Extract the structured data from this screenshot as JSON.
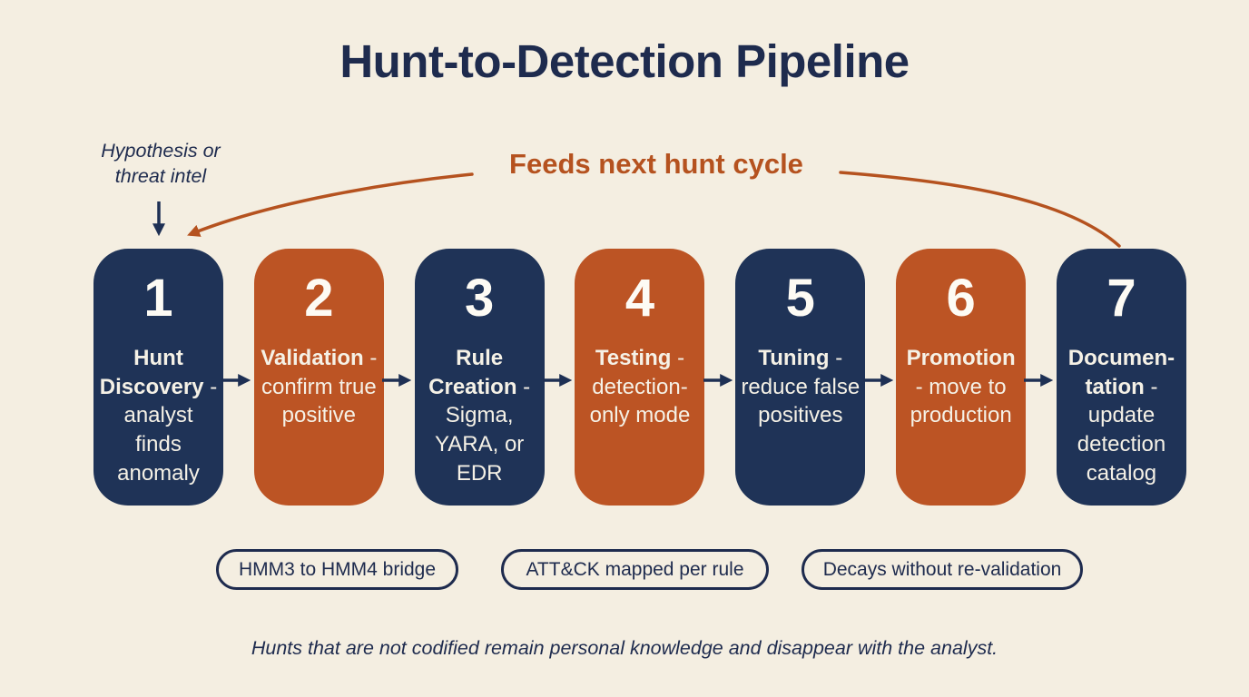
{
  "title": "Hunt-to-Detection Pipeline",
  "annotation": {
    "label": "Hypothesis or threat intel"
  },
  "feedback": {
    "label": "Feeds next hunt cycle"
  },
  "steps": [
    {
      "number": "1",
      "title": "Hunt Discovery",
      "description": "- analyst finds anomaly",
      "variant": "navy"
    },
    {
      "number": "2",
      "title": "Validation",
      "description": "- confirm true positive",
      "variant": "orange"
    },
    {
      "number": "3",
      "title": "Rule Creation",
      "description": "- Sigma, YARA, or EDR",
      "variant": "navy"
    },
    {
      "number": "4",
      "title": "Testing",
      "description": "- detection-only mode",
      "variant": "orange"
    },
    {
      "number": "5",
      "title": "Tuning",
      "description": "- reduce false positives",
      "variant": "navy"
    },
    {
      "number": "6",
      "title": "Promotion",
      "description": "- move to production",
      "variant": "orange"
    },
    {
      "number": "7",
      "title": "Documen-tation",
      "description": "- update detection catalog",
      "variant": "navy"
    }
  ],
  "pills": [
    {
      "label": "HMM3 to HMM4 bridge"
    },
    {
      "label": "ATT&CK mapped per rule"
    },
    {
      "label": "Decays without re-validation"
    }
  ],
  "footnote": "Hunts that are not codified remain personal knowledge and disappear with the analyst.",
  "colors": {
    "background": "#f4eee1",
    "navy_box": "#1f3357",
    "orange_box": "#bc5424",
    "feedback_accent": "#b5521f",
    "heading_text": "#1e2b4e",
    "box_text": "#f5f1e6"
  }
}
